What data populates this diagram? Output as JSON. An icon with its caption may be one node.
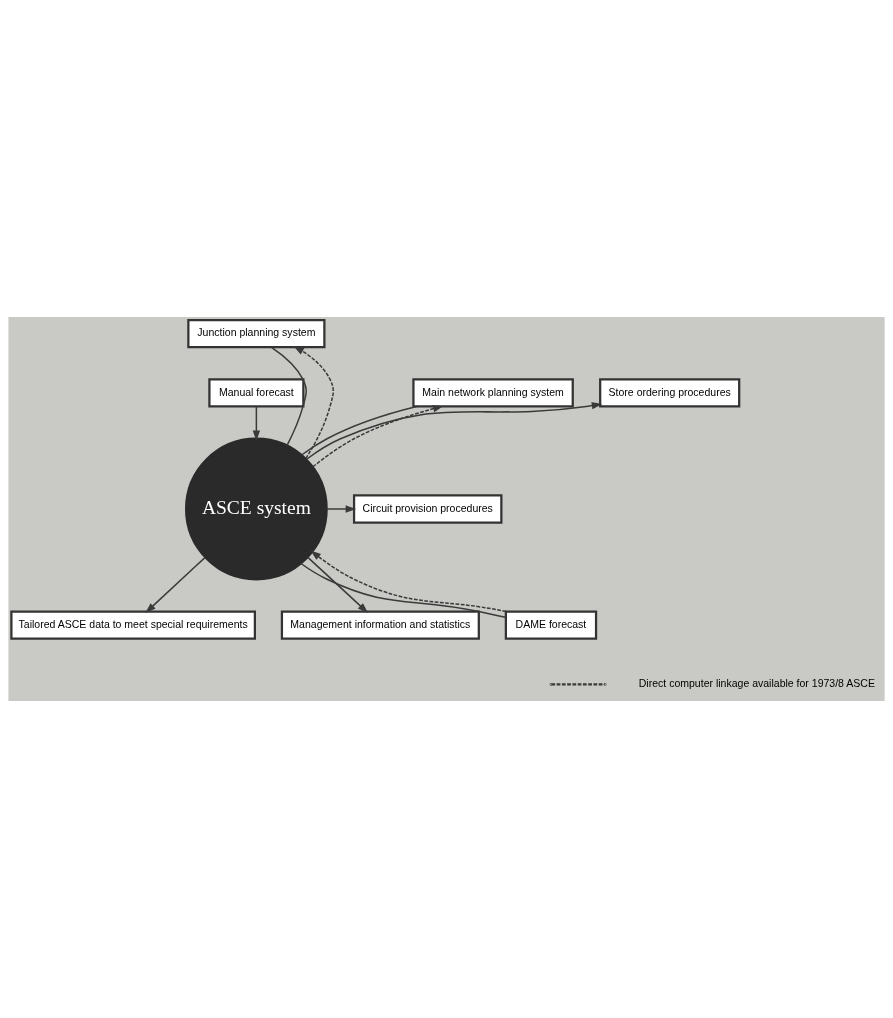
{
  "diagram": {
    "nodes": [
      {
        "text": [
          "Junction planning system"
        ]
      },
      {
        "text": [
          "Manual forecast"
        ]
      },
      {
        "text": [
          "Main network planning system"
        ]
      },
      {
        "text": [
          "Store ordering procedures"
        ]
      },
      {
        "text": [
          "ASCE system"
        ]
      },
      {
        "text": [
          "Circuit provision procedures"
        ]
      },
      {
        "text": [
          "DAME forecast"
        ]
      },
      {
        "text": [
          "Tailored ASCE data to meet special requirements"
        ]
      },
      {
        "text": [
          "Management information and statistics"
        ]
      }
    ],
    "edges": [
      {
        "from": 4,
        "to": 0,
        "arrow": "none"
      },
      {
        "from": 4,
        "to": 0,
        "arrow": "to",
        "style": "dashed"
      },
      {
        "from": 4,
        "to": 2,
        "arrow": "none"
      },
      {
        "from": 4,
        "to": 2,
        "arrow": "to",
        "style": "dashed"
      },
      {
        "from": 1,
        "to": 4,
        "arrow": "to"
      },
      {
        "from": 4,
        "to": 3,
        "arrow": "to"
      },
      {
        "from": 4,
        "to": 5,
        "arrow": "to"
      },
      {
        "from": 6,
        "to": 4,
        "arrow": "none"
      },
      {
        "from": 6,
        "to": 4,
        "arrow": "to",
        "style": "dashed"
      },
      {
        "from": 4,
        "to": 7,
        "arrow": "to"
      },
      {
        "from": 4,
        "to": 8,
        "arrow": "to"
      }
    ],
    "legend": [
      {
        "text": "Direct computer linkage available for 1973/8 ASCE"
      }
    ]
  }
}
